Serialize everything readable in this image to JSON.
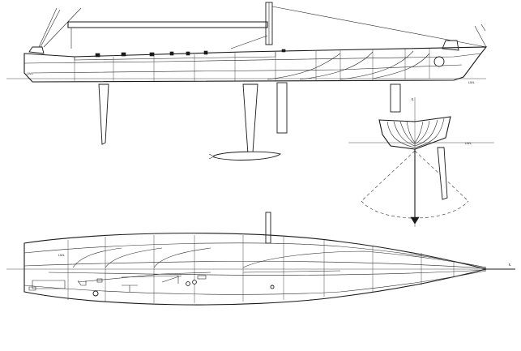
{
  "drawing": {
    "profile_bow_label": "LWL",
    "profile_stern_label": "LWL",
    "section_lwl_label": "LWL",
    "section_cl_label": "℄",
    "plan_lwl_label": "LWL",
    "plan_cl_label": "℄"
  }
}
